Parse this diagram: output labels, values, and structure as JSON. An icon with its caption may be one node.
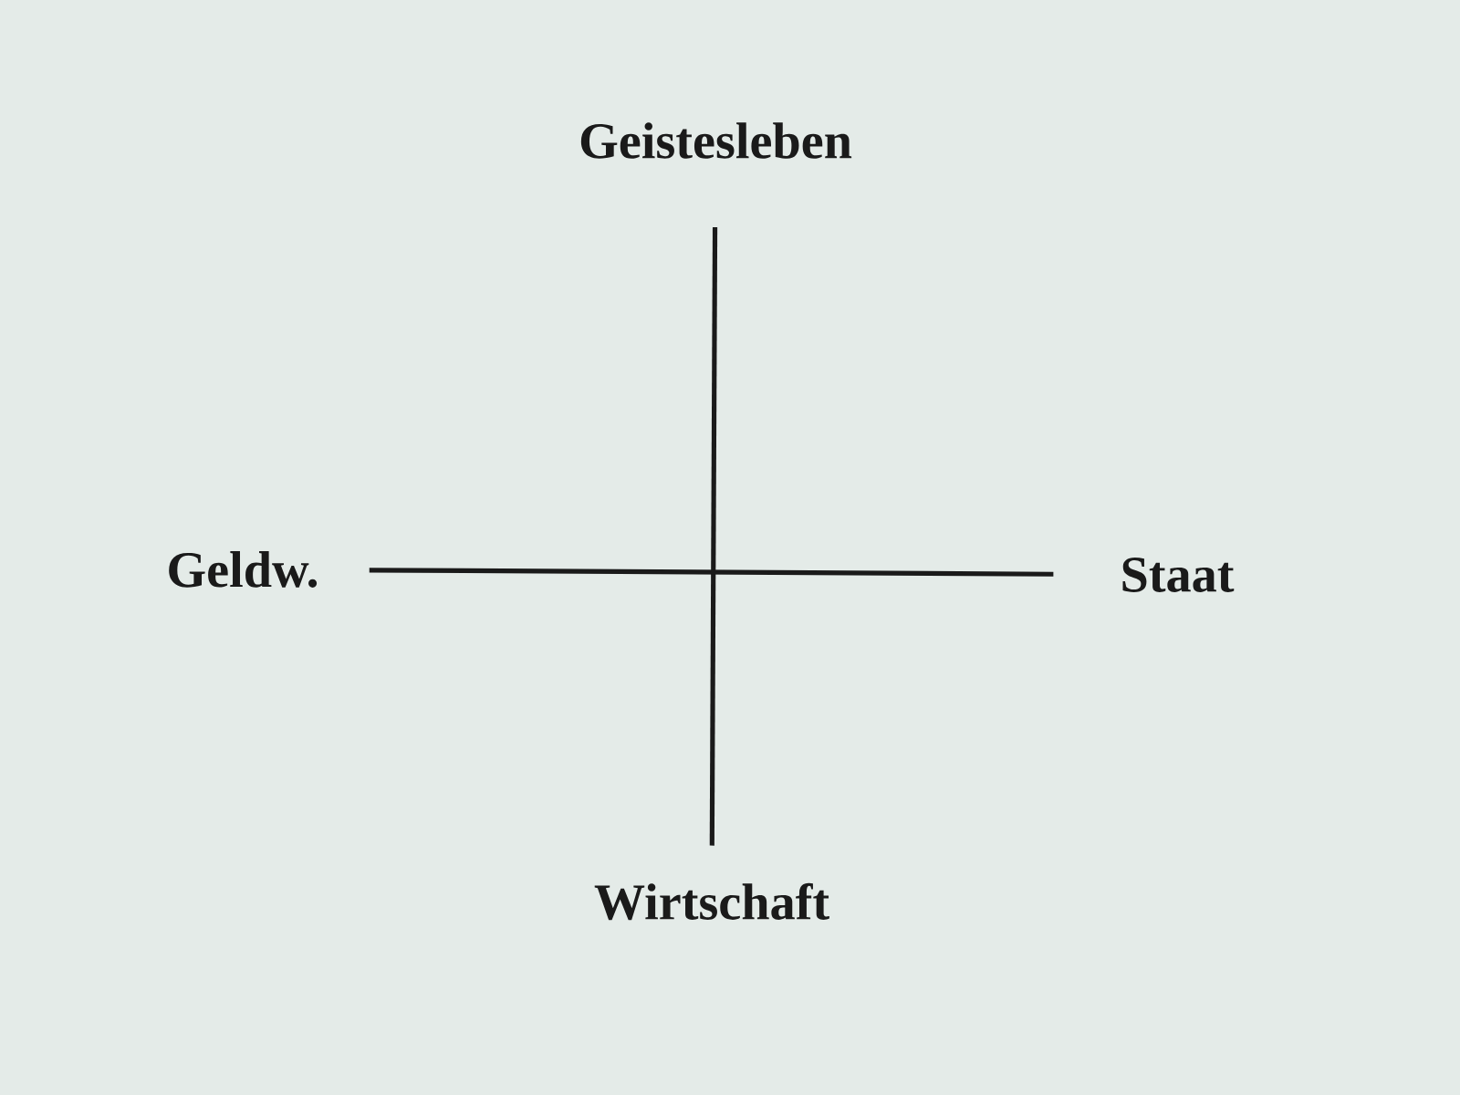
{
  "diagram": {
    "nodes": [
      {
        "text": [
          "Geistesleben"
        ]
      },
      {
        "text": [
          "Geldw."
        ]
      },
      {
        "text": [
          "Staat"
        ]
      },
      {
        "text": [
          "Wirtschaft"
        ]
      }
    ],
    "edges": [
      {
        "from": 0,
        "to": 3,
        "arrow": "none"
      },
      {
        "from": 1,
        "to": 2,
        "arrow": "none"
      }
    ]
  }
}
